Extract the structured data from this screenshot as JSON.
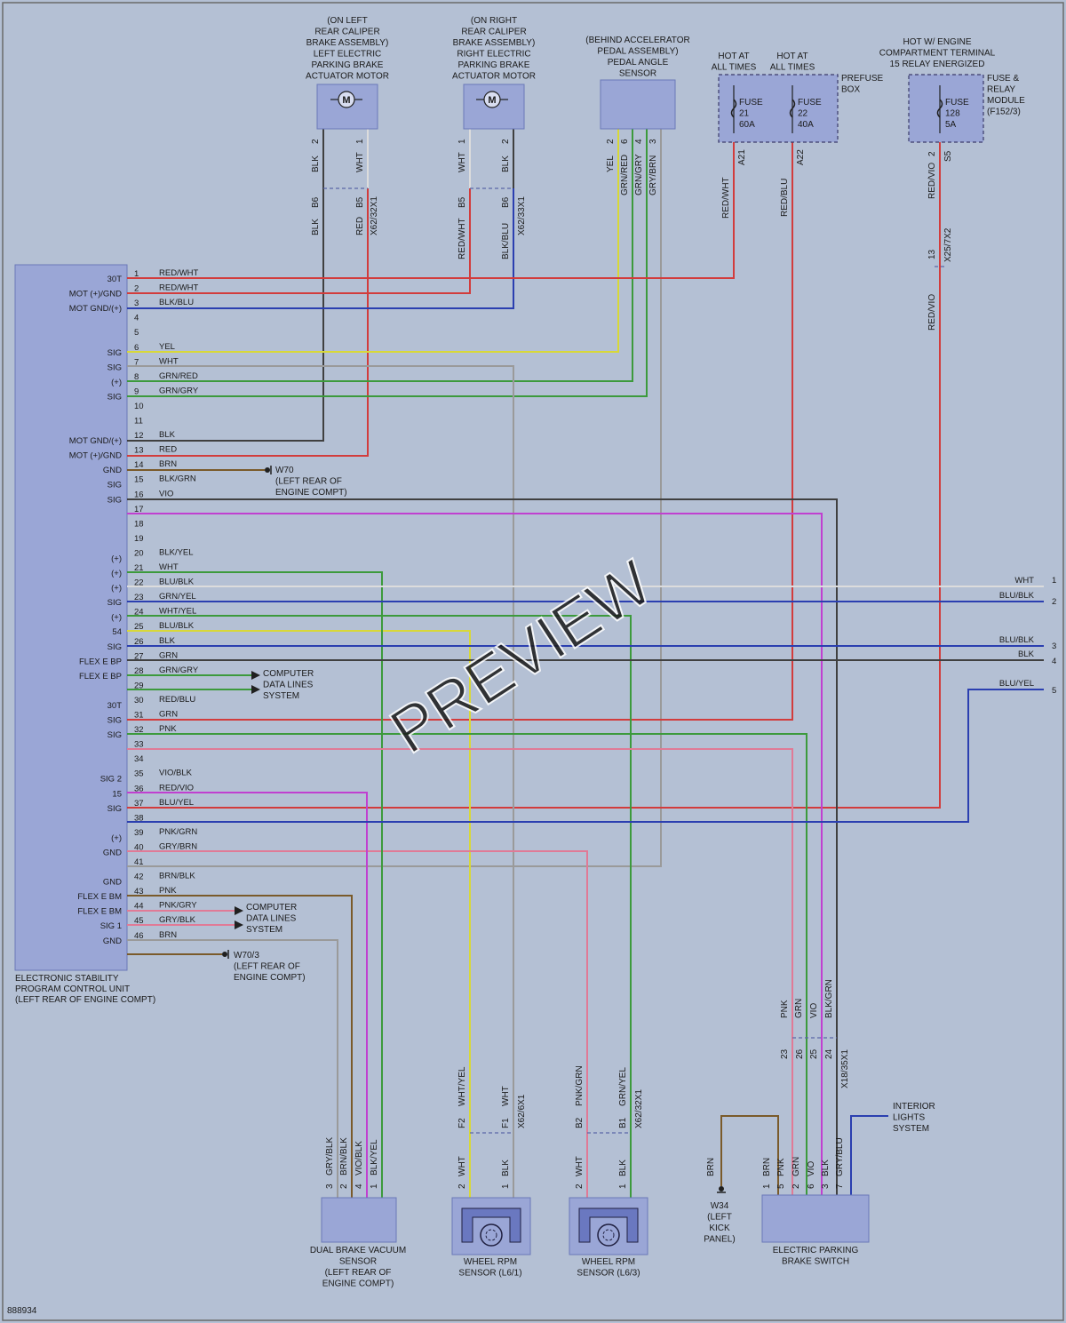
{
  "colors": {
    "background": "#b4c0d4",
    "module_fill": "#9aa6d6",
    "RED": "#d23c3c",
    "BLK": "#404040",
    "BLU": "#2b3fb0",
    "YEL": "#d8d838",
    "GRN": "#3c9a3c",
    "VIO": "#c040d0",
    "PNK": "#e07a96",
    "GRY": "#9a9a9a",
    "WHT": "#dcdcdc",
    "BRN": "#7a5a2a"
  },
  "diagram_id": "888934",
  "watermark": "PREVIEW",
  "ecu": {
    "label": [
      "ELECTRONIC STABILITY",
      "PROGRAM CONTROL UNIT",
      "(LEFT REAR OF ENGINE COMPT)"
    ],
    "pins": [
      {
        "n": "1",
        "func": "30T",
        "wire": "RED/WHT"
      },
      {
        "n": "2",
        "func": "MOT (+)/GND",
        "wire": "RED/WHT"
      },
      {
        "n": "3",
        "func": "MOT GND/(+)",
        "wire": "BLK/BLU"
      },
      {
        "n": "4",
        "func": "",
        "wire": ""
      },
      {
        "n": "5",
        "func": "",
        "wire": ""
      },
      {
        "n": "6",
        "func": "SIG",
        "wire": "YEL"
      },
      {
        "n": "7",
        "func": "SIG",
        "wire": "WHT"
      },
      {
        "n": "8",
        "func": "(+)",
        "wire": "GRN/RED"
      },
      {
        "n": "9",
        "func": "SIG",
        "wire": "GRN/GRY"
      },
      {
        "n": "10",
        "func": "",
        "wire": ""
      },
      {
        "n": "11",
        "func": "",
        "wire": ""
      },
      {
        "n": "12",
        "func": "MOT GND/(+)",
        "wire": "BLK"
      },
      {
        "n": "13",
        "func": "MOT (+)/GND",
        "wire": "RED"
      },
      {
        "n": "14",
        "func": "GND",
        "wire": "BRN"
      },
      {
        "n": "15",
        "func": "SIG",
        "wire": "BLK/GRN"
      },
      {
        "n": "16",
        "func": "SIG",
        "wire": "VIO"
      },
      {
        "n": "17",
        "func": "",
        "wire": ""
      },
      {
        "n": "18",
        "func": "",
        "wire": ""
      },
      {
        "n": "19",
        "func": "",
        "wire": ""
      },
      {
        "n": "20",
        "func": "(+)",
        "wire": "BLK/YEL"
      },
      {
        "n": "21",
        "func": "(+)",
        "wire": "WHT"
      },
      {
        "n": "22",
        "func": "(+)",
        "wire": "BLU/BLK"
      },
      {
        "n": "23",
        "func": "SIG",
        "wire": "GRN/YEL"
      },
      {
        "n": "24",
        "func": "(+)",
        "wire": "WHT/YEL"
      },
      {
        "n": "25",
        "func": "54",
        "wire": "BLU/BLK"
      },
      {
        "n": "26",
        "func": "SIG",
        "wire": "BLK"
      },
      {
        "n": "27",
        "func": "FLEX E BP",
        "wire": "GRN"
      },
      {
        "n": "28",
        "func": "FLEX E BP",
        "wire": "GRN/GRY"
      },
      {
        "n": "29",
        "func": "",
        "wire": ""
      },
      {
        "n": "30",
        "func": "30T",
        "wire": "RED/BLU"
      },
      {
        "n": "31",
        "func": "SIG",
        "wire": "GRN"
      },
      {
        "n": "32",
        "func": "SIG",
        "wire": "PNK"
      },
      {
        "n": "33",
        "func": "",
        "wire": ""
      },
      {
        "n": "34",
        "func": "",
        "wire": ""
      },
      {
        "n": "35",
        "func": "SIG 2",
        "wire": "VIO/BLK"
      },
      {
        "n": "36",
        "func": "15",
        "wire": "RED/VIO"
      },
      {
        "n": "37",
        "func": "SIG",
        "wire": "BLU/YEL"
      },
      {
        "n": "38",
        "func": "",
        "wire": ""
      },
      {
        "n": "39",
        "func": "(+)",
        "wire": "PNK/GRN"
      },
      {
        "n": "40",
        "func": "GND",
        "wire": "GRY/BRN"
      },
      {
        "n": "41",
        "func": "",
        "wire": ""
      },
      {
        "n": "42",
        "func": "GND",
        "wire": "BRN/BLK"
      },
      {
        "n": "43",
        "func": "FLEX E BM",
        "wire": "PNK"
      },
      {
        "n": "44",
        "func": "FLEX E BM",
        "wire": "PNK/GRY"
      },
      {
        "n": "45",
        "func": "SIG 1",
        "wire": "GRY/BLK"
      },
      {
        "n": "46",
        "func": "GND",
        "wire": "BRN"
      }
    ]
  },
  "components": {
    "left_motor": [
      "(ON LEFT",
      "REAR CALIPER",
      "BRAKE ASSEMBLY)",
      "LEFT ELECTRIC",
      "PARKING BRAKE",
      "ACTUATOR MOTOR"
    ],
    "right_motor": [
      "(ON RIGHT",
      "REAR CALIPER",
      "BRAKE ASSEMBLY)",
      "RIGHT ELECTRIC",
      "PARKING BRAKE",
      "ACTUATOR MOTOR"
    ],
    "pedal_sensor": [
      "(BEHIND ACCELERATOR",
      "PEDAL ASSEMBLY)",
      "PEDAL ANGLE",
      "SENSOR"
    ],
    "prefuse": {
      "hot1": [
        "HOT AT",
        "ALL TIMES"
      ],
      "hot2": [
        "HOT AT",
        "ALL TIMES"
      ],
      "label": [
        "PREFUSE",
        "BOX"
      ],
      "fuse1": [
        "FUSE",
        "21",
        "60A"
      ],
      "fuse2": [
        "FUSE",
        "22",
        "40A"
      ],
      "term1": "A21",
      "term2": "A22"
    },
    "relay_module": {
      "hot": [
        "HOT W/ ENGINE",
        "COMPARTMENT TERMINAL",
        "15 RELAY ENERGIZED"
      ],
      "label": [
        "FUSE &",
        "RELAY",
        "MODULE",
        "(F152/3)"
      ],
      "fuse": [
        "FUSE",
        "128",
        "5A"
      ],
      "term": "S5",
      "pin": "2"
    },
    "vacuum_sensor": [
      "DUAL BRAKE VACUUM",
      "SENSOR",
      "(LEFT REAR OF",
      "ENGINE COMPT)"
    ],
    "wheel1": [
      "WHEEL RPM",
      "SENSOR (L6/1)"
    ],
    "wheel2": [
      "WHEEL RPM",
      "SENSOR (L6/3)"
    ],
    "switch": [
      "ELECTRIC PARKING",
      "BRAKE SWITCH"
    ],
    "interior": [
      "INTERIOR",
      "LIGHTS",
      "SYSTEM"
    ],
    "ground_w70": [
      "W70",
      "(LEFT REAR OF",
      "ENGINE COMPT)"
    ],
    "ground_w703": [
      "W70/3",
      "(LEFT REAR OF",
      "ENGINE COMPT)"
    ],
    "ground_w34": [
      "W34",
      "(LEFT",
      "KICK",
      "PANEL)"
    ],
    "cdl1": [
      "COMPUTER",
      "DATA LINES",
      "SYSTEM"
    ],
    "cdl2": [
      "COMPUTER",
      "DATA LINES",
      "SYSTEM"
    ]
  },
  "connectors": {
    "left_motor": "X62/32X1",
    "right_motor": "X62/33X1",
    "relay_line": "X25/7X2",
    "relay_line_pin": "13",
    "wheel1": "X62/6X1",
    "wheel2": "X62/32X1",
    "switch": "X18/35X1",
    "left_b6": "B6",
    "left_b5": "B5",
    "right_b5": "B5",
    "right_b6": "B6",
    "w1_f2": "F2",
    "w1_f1": "F1",
    "w2_b2": "B2",
    "w2_b1": "B1",
    "sw_23": "23",
    "sw_26": "26",
    "sw_25": "25",
    "sw_24": "24"
  },
  "pin_labels": {
    "lm": [
      {
        "pin": "2",
        "wire_top": "BLK",
        "wire_bottom": "BLK"
      },
      {
        "pin": "1",
        "wire_top": "WHT",
        "wire_bottom": "RED"
      }
    ],
    "rm": [
      {
        "pin": "1",
        "wire_top": "WHT",
        "wire_bottom": "RED/WHT"
      },
      {
        "pin": "2",
        "wire_top": "BLK",
        "wire_bottom": "BLK/BLU"
      }
    ],
    "pedal": [
      {
        "pin": "2",
        "wire": "YEL"
      },
      {
        "pin": "6",
        "wire": "GRN/RED"
      },
      {
        "pin": "4",
        "wire": "GRN/GRY"
      },
      {
        "pin": "3",
        "wire": "GRY/BRN"
      }
    ],
    "prefuse_wires": [
      "RED/WHT",
      "RED/BLU"
    ],
    "relay_wires": [
      "RED/VIO",
      "RED/VIO"
    ],
    "vacuum": [
      {
        "pin": "3",
        "wire": "GRY/BLK"
      },
      {
        "pin": "2",
        "wire": "BRN/BLK"
      },
      {
        "pin": "4",
        "wire": "VIO/BLK"
      },
      {
        "pin": "1",
        "wire": "BLK/YEL"
      }
    ],
    "w1": [
      {
        "pin": "2",
        "wire_low": "WHT",
        "wire_high": "WHT/YEL"
      },
      {
        "pin": "1",
        "wire_low": "BLK",
        "wire_high": "WHT"
      }
    ],
    "w2": [
      {
        "pin": "2",
        "wire_low": "WHT",
        "wire_high": "PNK/GRN"
      },
      {
        "pin": "1",
        "wire_low": "BLK",
        "wire_high": "GRN/YEL"
      }
    ],
    "switch_upper": [
      "PNK",
      "GRN",
      "VIO",
      "BLK/GRN"
    ],
    "switch_lower": [
      {
        "pin": "1",
        "wire": "BRN"
      },
      {
        "pin": "5",
        "wire": "PNK"
      },
      {
        "pin": "2",
        "wire": "GRN"
      },
      {
        "pin": "6",
        "wire": "VIO"
      },
      {
        "pin": "3",
        "wire": "BLK"
      },
      {
        "pin": "7",
        "wire": "GRY/BLU"
      }
    ],
    "w34_wire": "BRN"
  },
  "right_edge": [
    {
      "wire": "WHT",
      "n": "1"
    },
    {
      "wire": "BLU/BLK",
      "n": "2"
    },
    {
      "wire": "BLU/BLK",
      "n": "3"
    },
    {
      "wire": "BLK",
      "n": "4"
    },
    {
      "wire": "BLU/YEL",
      "n": "5"
    }
  ]
}
